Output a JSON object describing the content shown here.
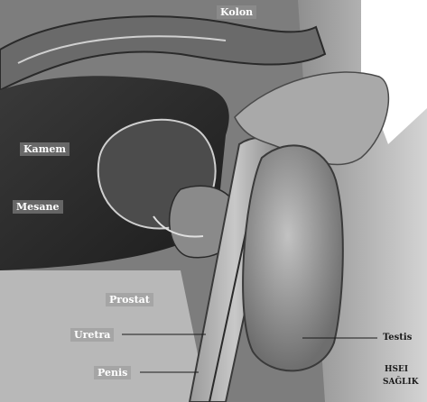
{
  "labels": {
    "top": "Kolon",
    "left_upper": "Kamem",
    "left_lower": "Mesane",
    "mid_right": "Prostat",
    "lower_left": "Uretra",
    "bottom_left": "Penis",
    "right": "Testis",
    "corner_line1": "HSEI",
    "corner_line2": "SAĞLIK"
  }
}
